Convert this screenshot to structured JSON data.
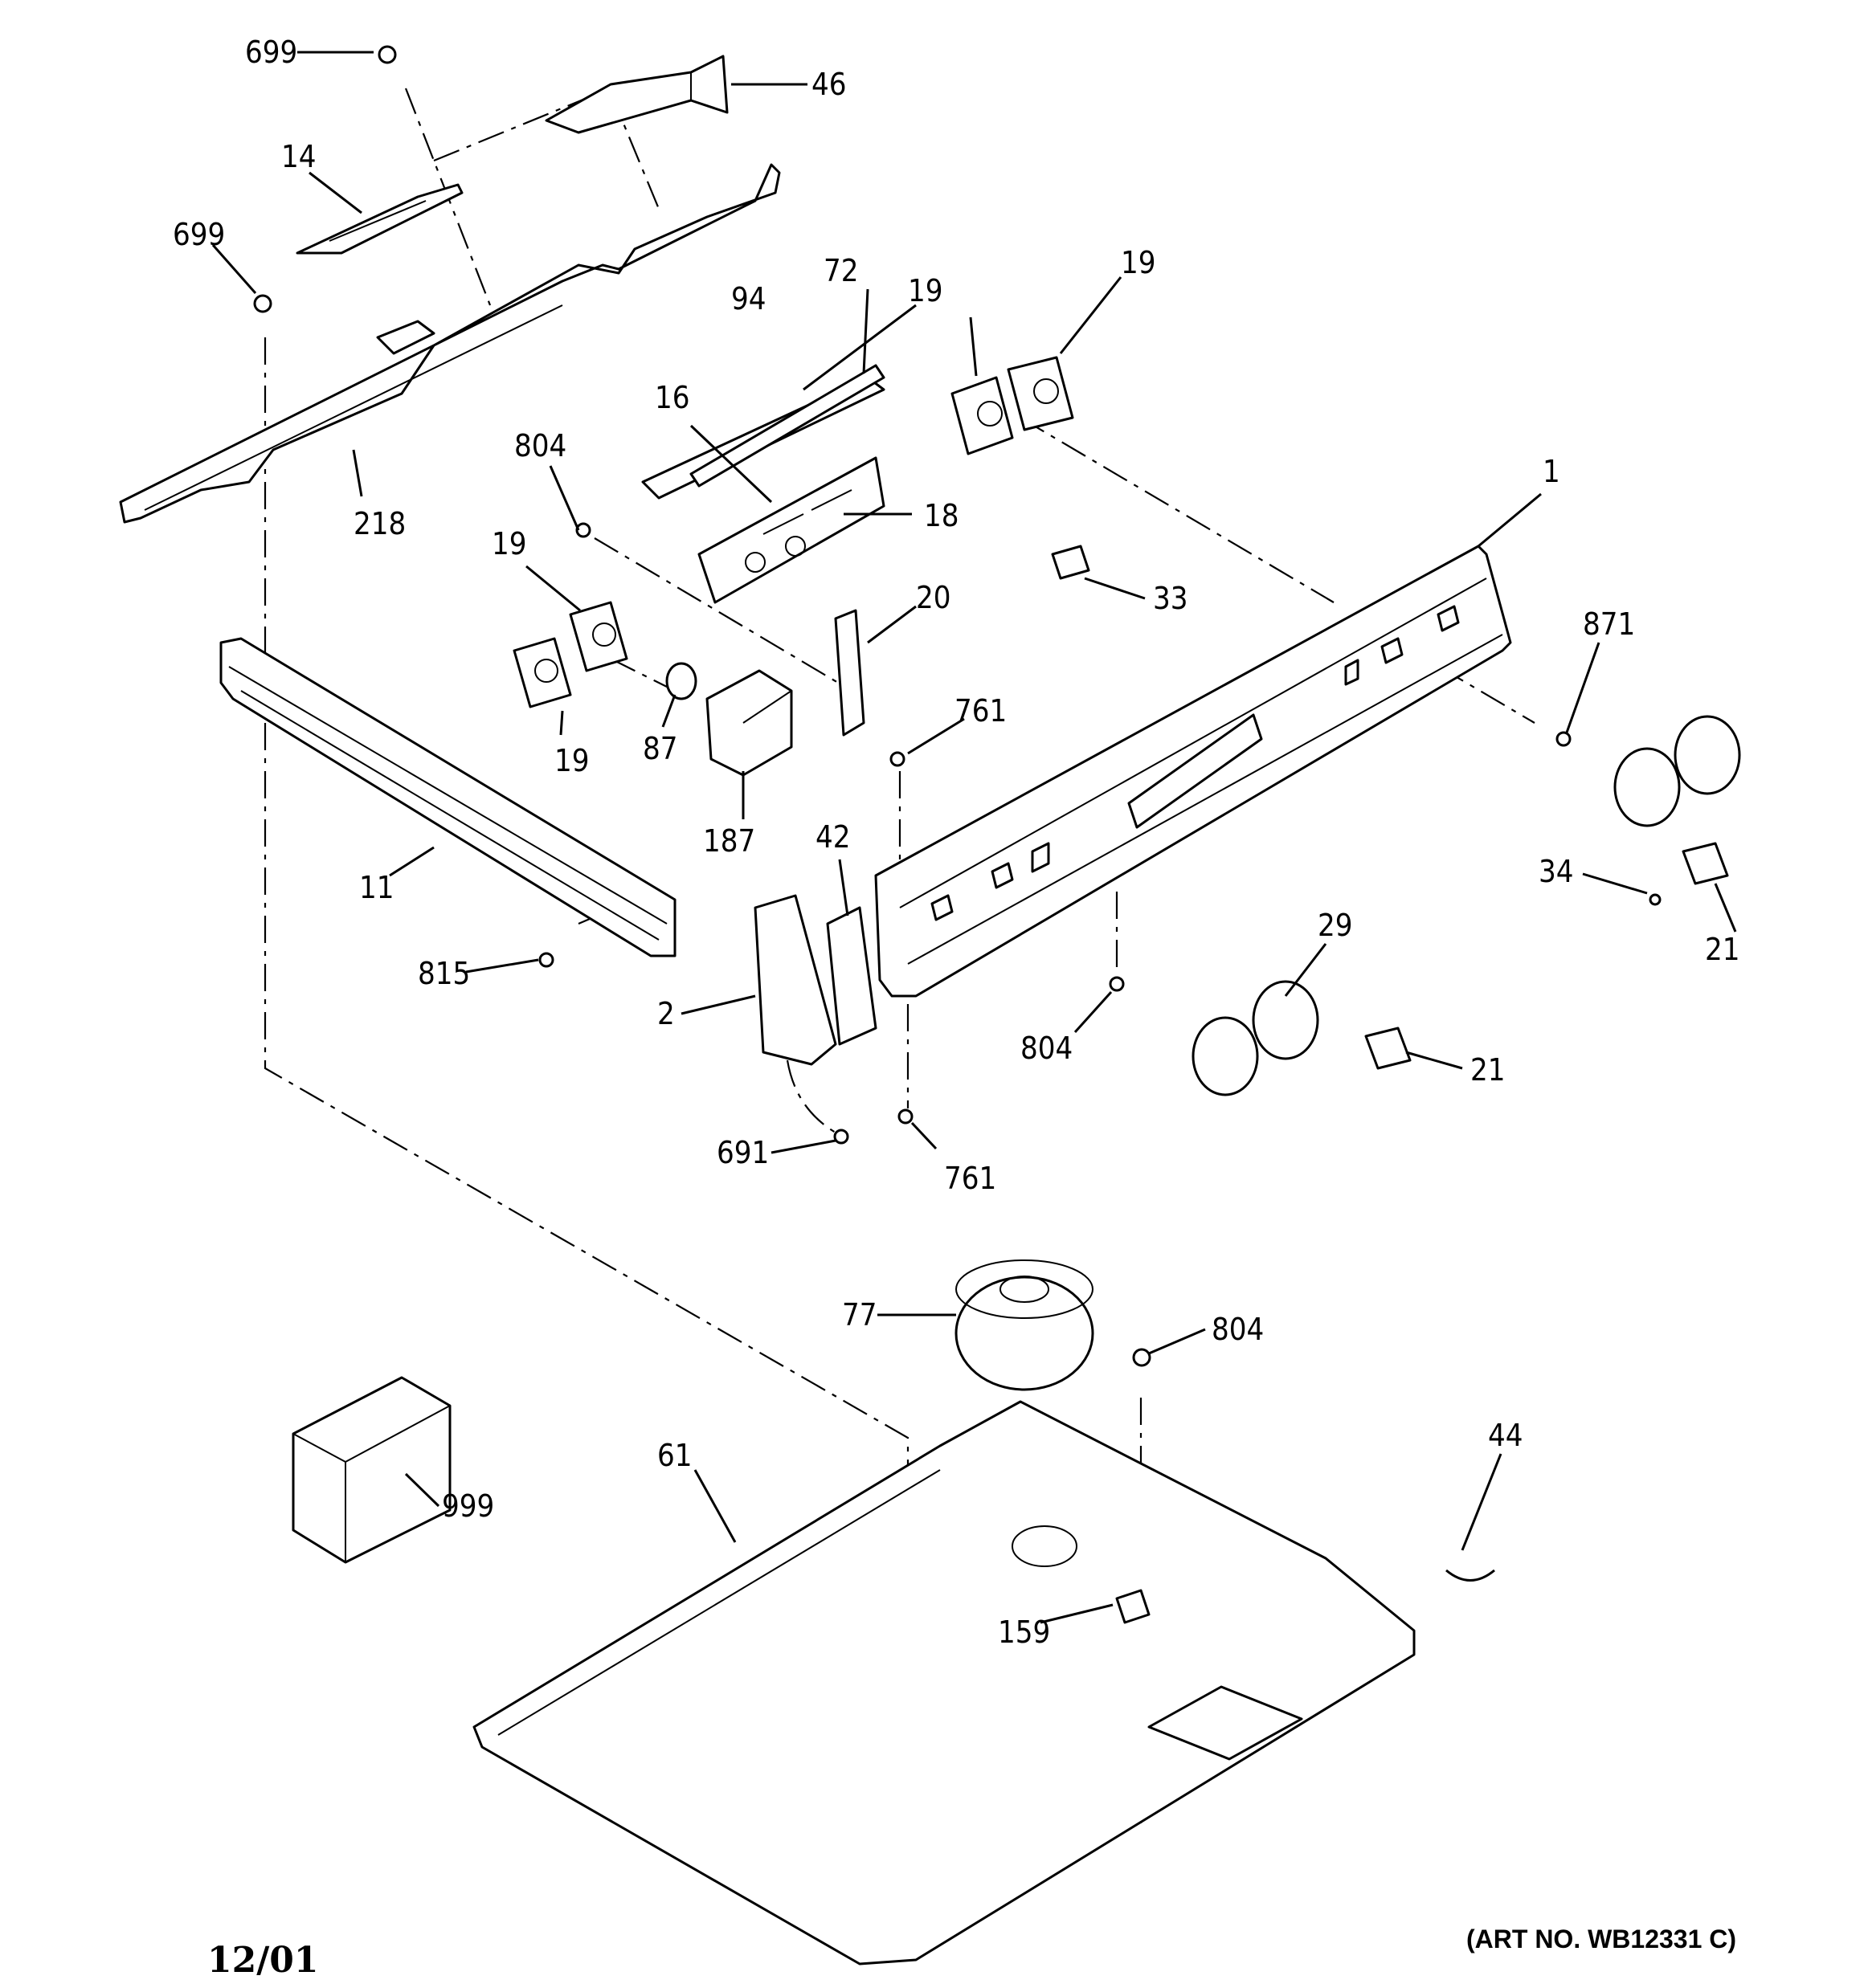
{
  "callouts": {
    "c699a": "699",
    "c46": "46",
    "c14": "14",
    "c699b": "699",
    "c218": "218",
    "c94": "94",
    "c72": "72",
    "c16": "16",
    "c804a": "804",
    "c18": "18",
    "c19a": "19",
    "c19b": "19",
    "c19c": "19",
    "c19d": "19",
    "c1": "1",
    "c33": "33",
    "c20": "20",
    "c871": "871",
    "c87": "87",
    "c187": "187",
    "c761a": "761",
    "c11": "11",
    "c42": "42",
    "c34": "34",
    "c21a": "21",
    "c29": "29",
    "c815": "815",
    "c2": "2",
    "c804b": "804",
    "c21b": "21",
    "c691": "691",
    "c761b": "761",
    "c77": "77",
    "c804c": "804",
    "c44": "44",
    "c61": "61",
    "c999": "999",
    "c159": "159"
  },
  "footer": {
    "date": "12/01",
    "art_no": "(ART NO. WB12331 C)"
  }
}
